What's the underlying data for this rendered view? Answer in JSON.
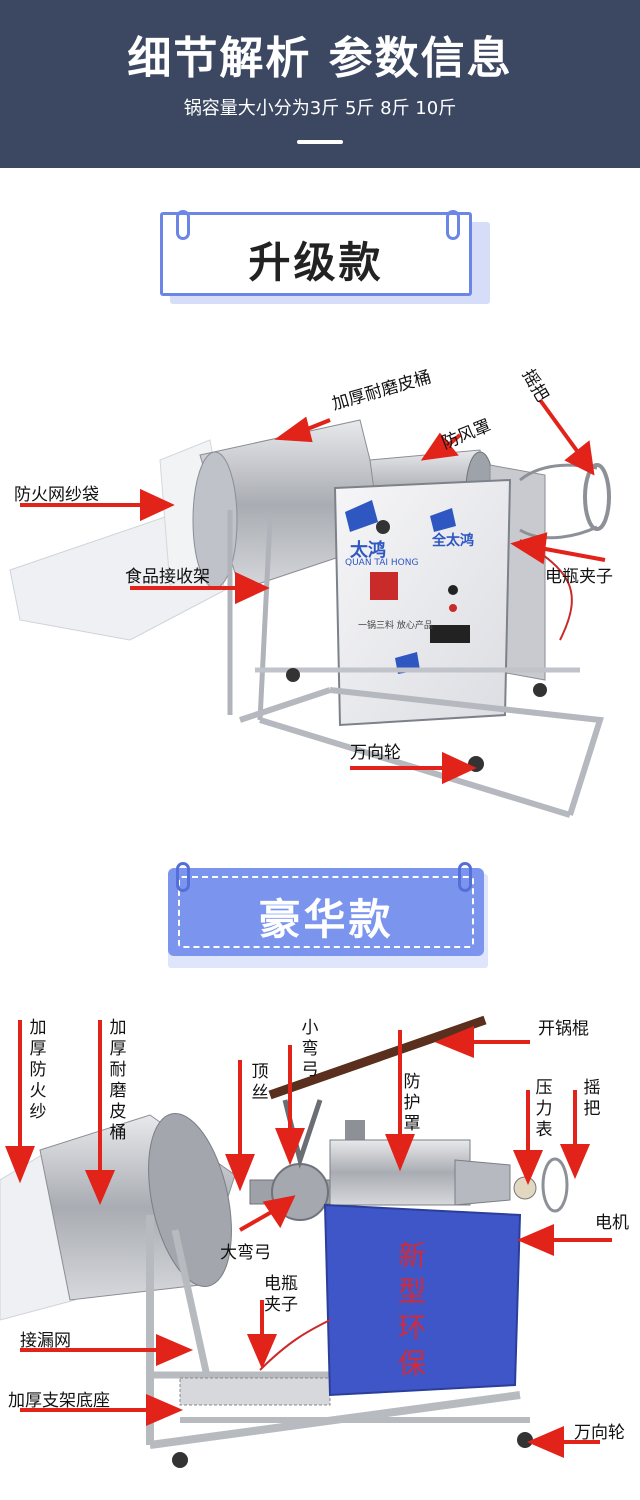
{
  "header": {
    "title": "细节解析 参数信息",
    "subtitle": "锅容量大小分为3斤 5斤 8斤 10斤"
  },
  "sections": {
    "upgraded": {
      "label": "升级款"
    },
    "deluxe": {
      "label": "豪华款"
    }
  },
  "upgraded_callouts": {
    "thick_drum": "加厚耐磨皮桶",
    "wind_cover": "防风罩",
    "handle": "摇把",
    "fire_bag": "防火网纱袋",
    "food_rack": "食品接收架",
    "battery_clip": "电瓶夹子",
    "caster": "万向轮"
  },
  "machine_branding": {
    "brand": "全太鸿",
    "brand_short": "太鸿",
    "pinyin": "QUAN TAI HONG",
    "slogan": "一锅三料 放心产品"
  },
  "deluxe_callouts": {
    "fire_gauze": "加厚防火纱",
    "thick_drum": "加厚耐磨皮桶",
    "top_screw": "顶丝",
    "small_bow": "小弯弓",
    "open_rod": "开锅棍",
    "guard": "防护罩",
    "pressure_gauge": "压力表",
    "handle": "摇把",
    "motor": "电机",
    "big_bow": "大弯弓",
    "battery_clip": "电瓶夹子",
    "leak_net": "接漏网",
    "base": "加厚支架底座",
    "caster": "万向轮",
    "panel_text": "新型环保"
  },
  "colors": {
    "header_bg": "#3c4862",
    "accent_blue": "#6b86e6",
    "arrow_red": "#e2231a",
    "panel_blue": "#3f56c8"
  }
}
